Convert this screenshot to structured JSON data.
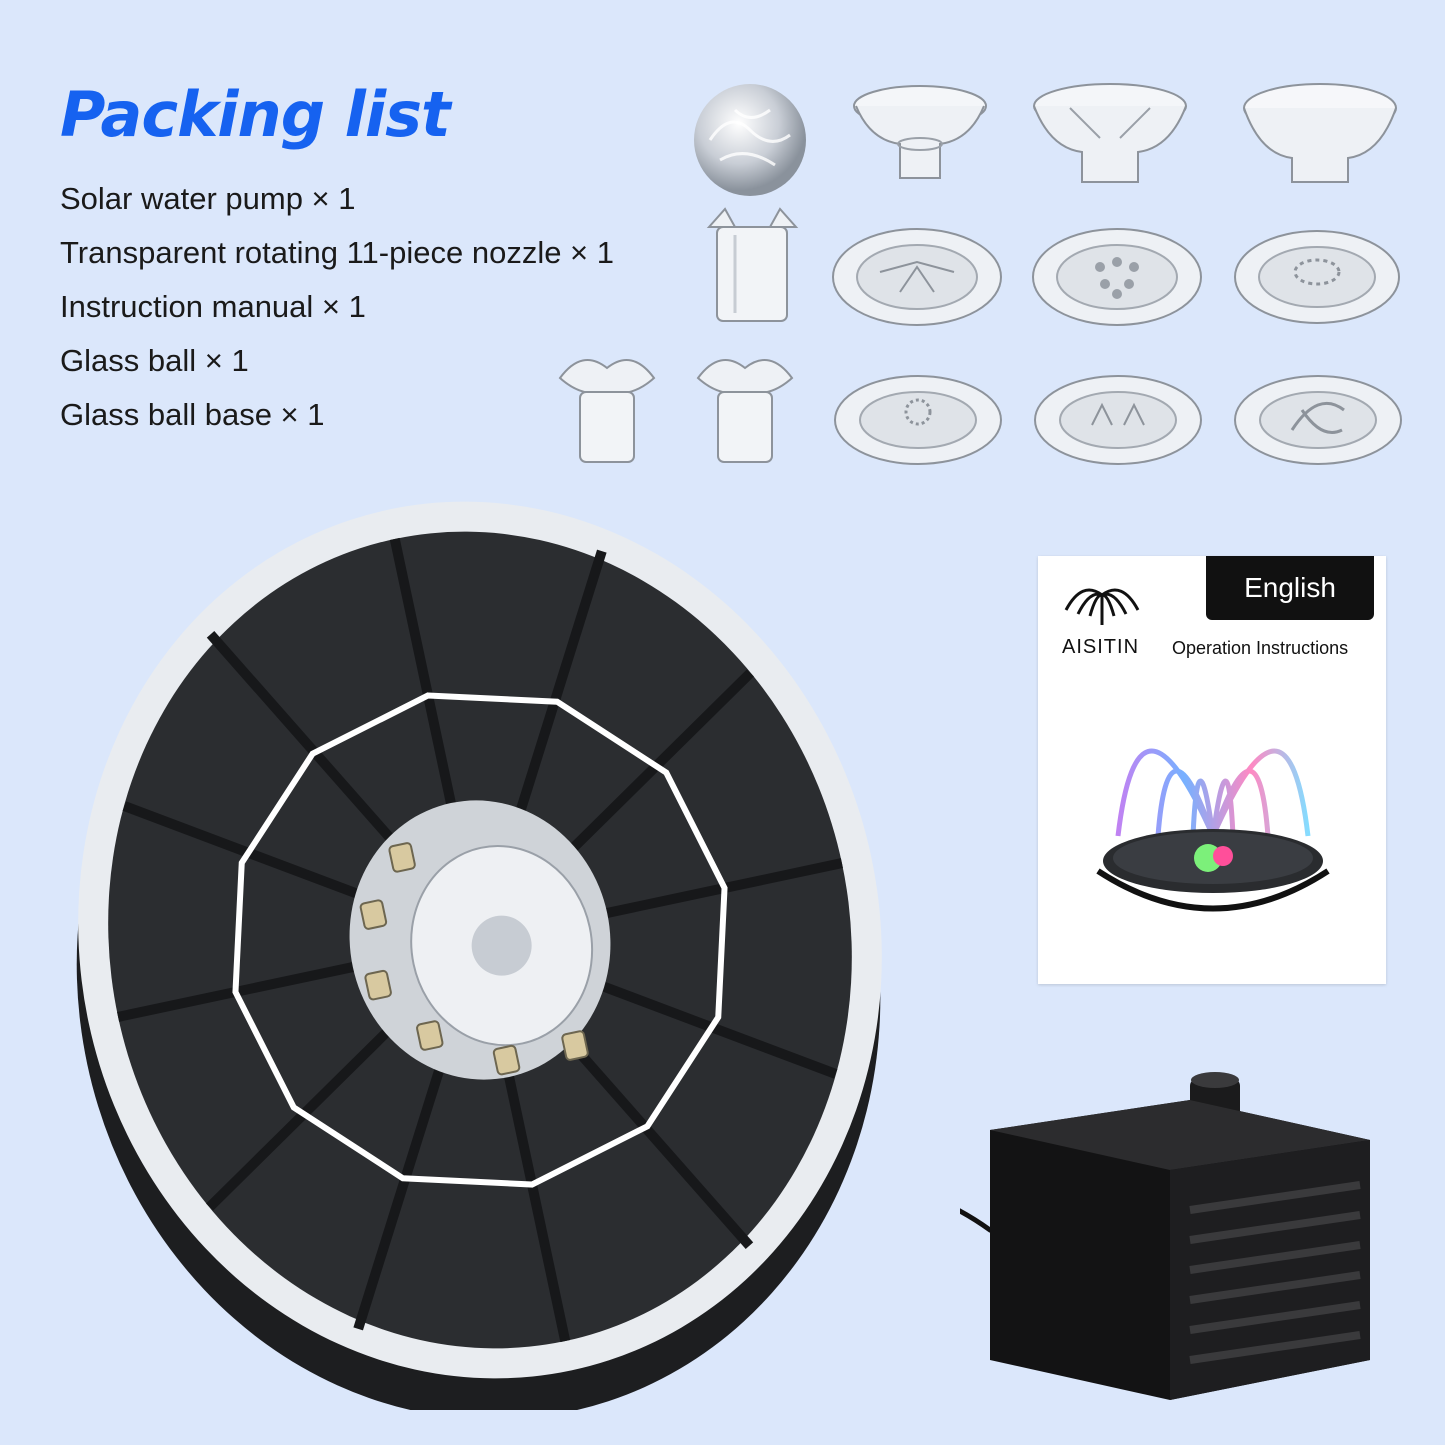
{
  "title": "Packing list",
  "items": [
    "Solar water pump × 1",
    "Transparent rotating 11-piece nozzle × 1",
    "Instruction manual × 1",
    "Glass ball × 1",
    "Glass ball base × 1"
  ],
  "manual": {
    "language": "English",
    "brand": "AISITIN",
    "subtitle": "Operation Instructions"
  },
  "colors": {
    "background": "#dbe7fb",
    "title": "#1662f0",
    "panel": "#2b2d30"
  }
}
